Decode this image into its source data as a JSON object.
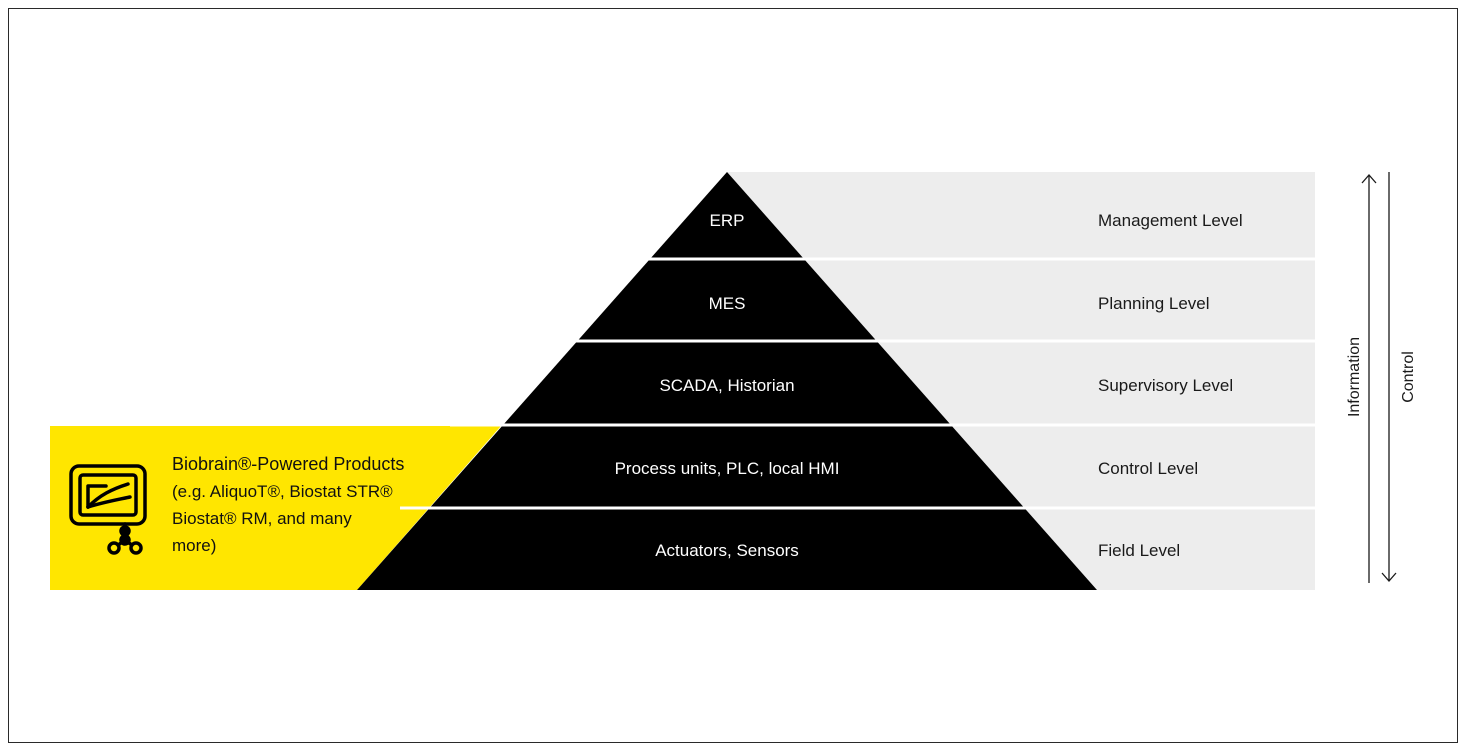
{
  "pyramid": {
    "tiers": [
      {
        "name": "ERP",
        "level": "Management Level"
      },
      {
        "name": "MES",
        "level": "Planning Level"
      },
      {
        "name": "SCADA, Historian",
        "level": "Supervisory Level"
      },
      {
        "name": "Process units, PLC, local HMI",
        "level": "Control Level"
      },
      {
        "name": "Actuators, Sensors",
        "level": "Field Level"
      }
    ]
  },
  "axes": {
    "information_label": "Information",
    "control_label": "Control"
  },
  "product": {
    "title": "Biobrain®-Powered Products",
    "lines": [
      "(e.g. AliquoT®, Biostat STR®",
      "Biostat® RM, and many",
      "more)"
    ],
    "icon": "biobrain-monitor-network-icon"
  },
  "colors": {
    "pyramid": "#000000",
    "level_band": "#ededed",
    "highlight": "#ffe600",
    "separator": "#ffffff"
  }
}
